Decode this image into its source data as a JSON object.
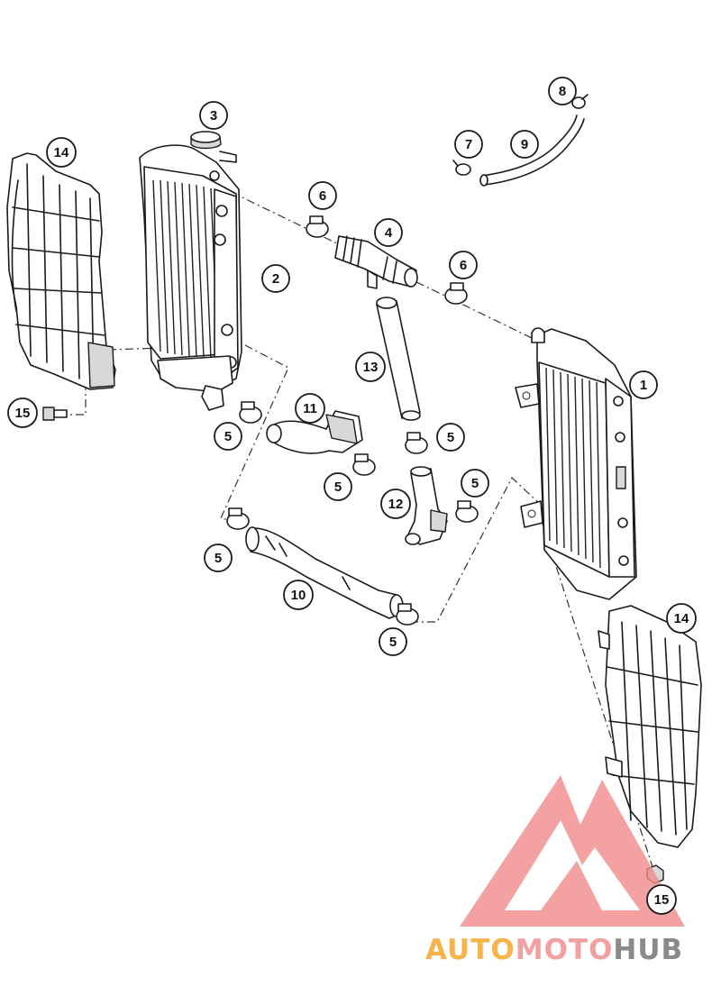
{
  "diagram": {
    "callouts": [
      {
        "id": "callout-1",
        "label": "1"
      },
      {
        "id": "callout-2",
        "label": "2"
      },
      {
        "id": "callout-3",
        "label": "3"
      },
      {
        "id": "callout-4",
        "label": "4"
      },
      {
        "id": "callout-5a",
        "label": "5"
      },
      {
        "id": "callout-5b",
        "label": "5"
      },
      {
        "id": "callout-5c",
        "label": "5"
      },
      {
        "id": "callout-5d",
        "label": "5"
      },
      {
        "id": "callout-5e",
        "label": "5"
      },
      {
        "id": "callout-5f",
        "label": "5"
      },
      {
        "id": "callout-6a",
        "label": "6"
      },
      {
        "id": "callout-6b",
        "label": "6"
      },
      {
        "id": "callout-7",
        "label": "7"
      },
      {
        "id": "callout-8",
        "label": "8"
      },
      {
        "id": "callout-9",
        "label": "9"
      },
      {
        "id": "callout-10",
        "label": "10"
      },
      {
        "id": "callout-11",
        "label": "11"
      },
      {
        "id": "callout-12",
        "label": "12"
      },
      {
        "id": "callout-13",
        "label": "13"
      },
      {
        "id": "callout-14a",
        "label": "14"
      },
      {
        "id": "callout-14b",
        "label": "14"
      },
      {
        "id": "callout-15a",
        "label": "15"
      },
      {
        "id": "callout-15b",
        "label": "15"
      }
    ]
  },
  "watermark": {
    "part1": "AUTO",
    "part2": "MOTO",
    "part3": "HUB",
    "colors": {
      "auto": "#f6b44a",
      "moto": "#f2a0a0",
      "hub": "#8a8a8a",
      "logo": "#f28a8a"
    }
  }
}
